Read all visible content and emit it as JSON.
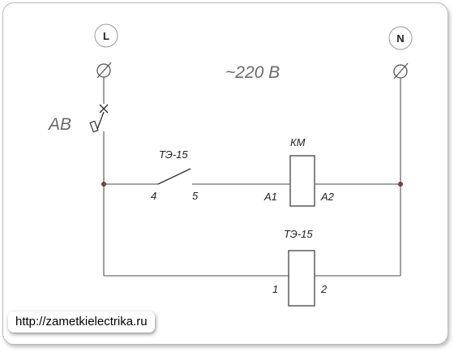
{
  "terminals": {
    "left": "L",
    "right": "N"
  },
  "voltage": "~220 В",
  "breaker_label": "АВ",
  "thermostat": {
    "label": "ТЭ-15",
    "pin_a": "4",
    "pin_b": "5"
  },
  "contactor": {
    "label": "КМ",
    "pin_a": "А1",
    "pin_b": "А2"
  },
  "heater": {
    "label": "ТЭ-15",
    "pin_a": "1",
    "pin_b": "2"
  },
  "watermark": "http://zametkielectrika.ru"
}
